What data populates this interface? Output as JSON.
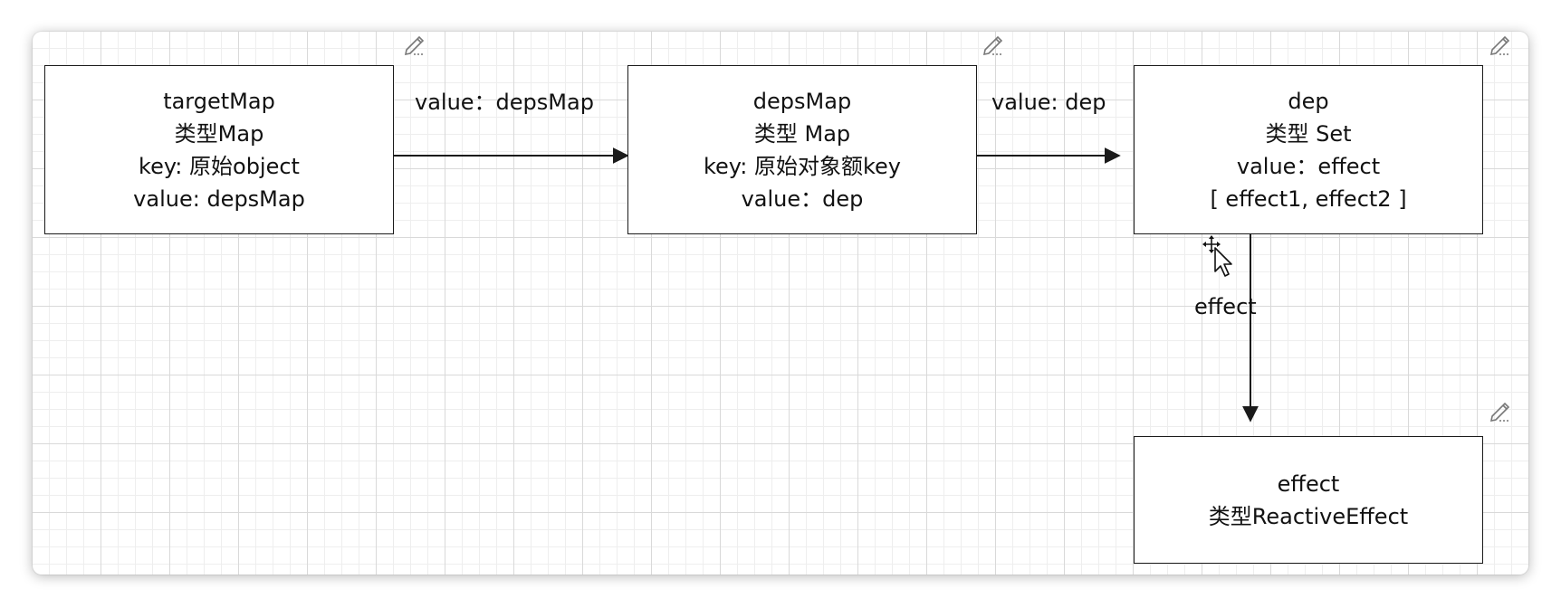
{
  "nodes": {
    "targetMap": {
      "lines": [
        "targetMap",
        "类型Map",
        "key: 原始object",
        "value: depsMap"
      ]
    },
    "depsMap": {
      "lines": [
        "depsMap",
        "类型 Map",
        "key: 原始对象额key",
        "value：dep"
      ]
    },
    "dep": {
      "lines": [
        "dep",
        "类型 Set",
        "value：effect",
        "[ effect1, effect2 ]"
      ]
    },
    "effect": {
      "lines": [
        "effect",
        "类型ReactiveEffect"
      ]
    }
  },
  "edges": {
    "targetMap_to_depsMap": {
      "label": "value：depsMap"
    },
    "depsMap_to_dep": {
      "label": "value: dep"
    },
    "dep_to_effect": {
      "label": "effect"
    }
  },
  "icons": [
    "pencil-edit-icon",
    "move-cursor-icon",
    "pointer-cursor-icon"
  ],
  "colors": {
    "stroke": "#1a1a1a",
    "grid_major": "#d9d9d9",
    "grid_minor": "#eeeeee"
  }
}
